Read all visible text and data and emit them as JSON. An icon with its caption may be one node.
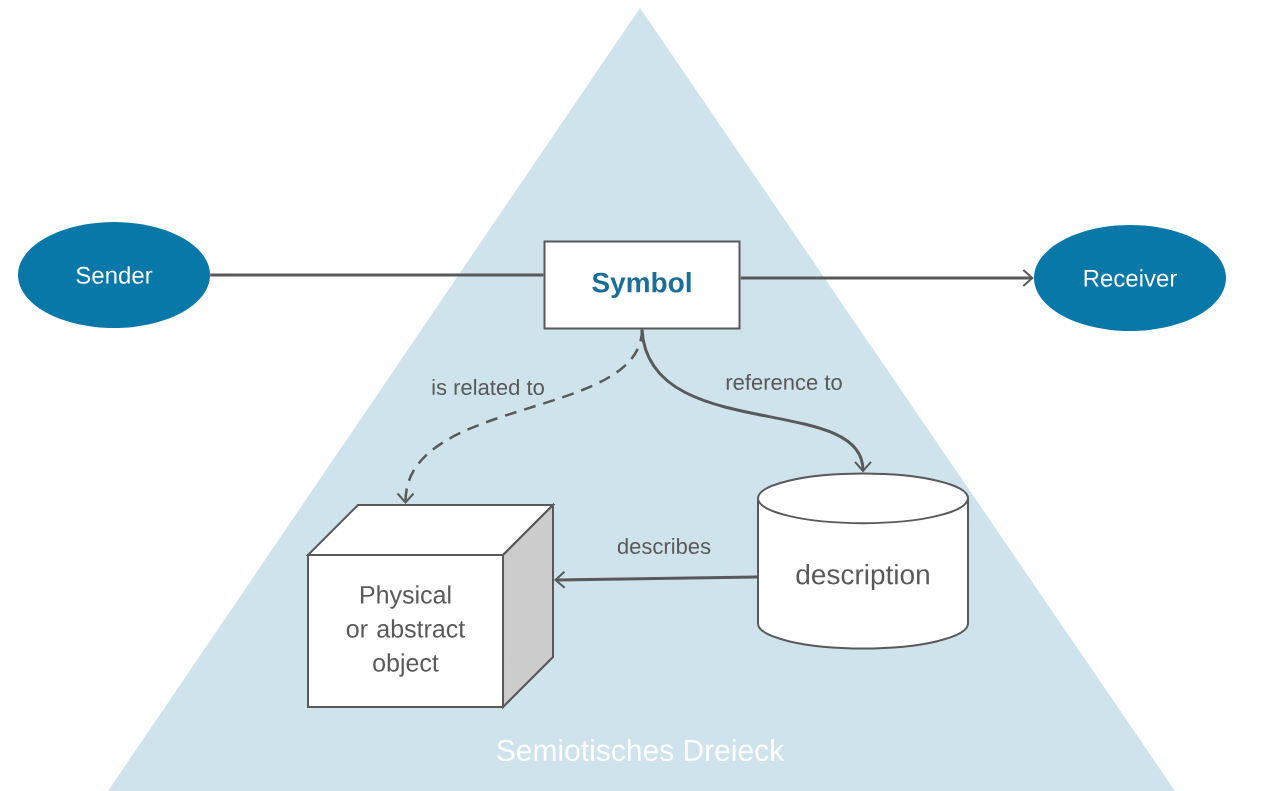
{
  "diagram": {
    "nodes": [
      {
        "text": [
          "Semiotisches Dreieck"
        ]
      },
      {
        "text": [
          "Sender"
        ]
      },
      {
        "text": [
          "Symbol"
        ],
        "in": 0
      },
      {
        "text": [
          "Receiver"
        ]
      },
      {
        "text": [
          "Physical or abstract object"
        ],
        "in": 0
      },
      {
        "text": [
          "description"
        ],
        "in": 0
      }
    ],
    "edges": [
      {
        "from": 1,
        "to": 2,
        "arrow": "none"
      },
      {
        "from": 2,
        "to": 3,
        "arrow": "to"
      },
      {
        "from": 2,
        "to": 4,
        "arrow": "to",
        "label": "is related to",
        "style": "dashed"
      },
      {
        "from": 2,
        "to": 5,
        "arrow": "to",
        "label": "reference to"
      },
      {
        "from": 5,
        "to": 4,
        "arrow": "to",
        "label": "describes"
      }
    ]
  }
}
